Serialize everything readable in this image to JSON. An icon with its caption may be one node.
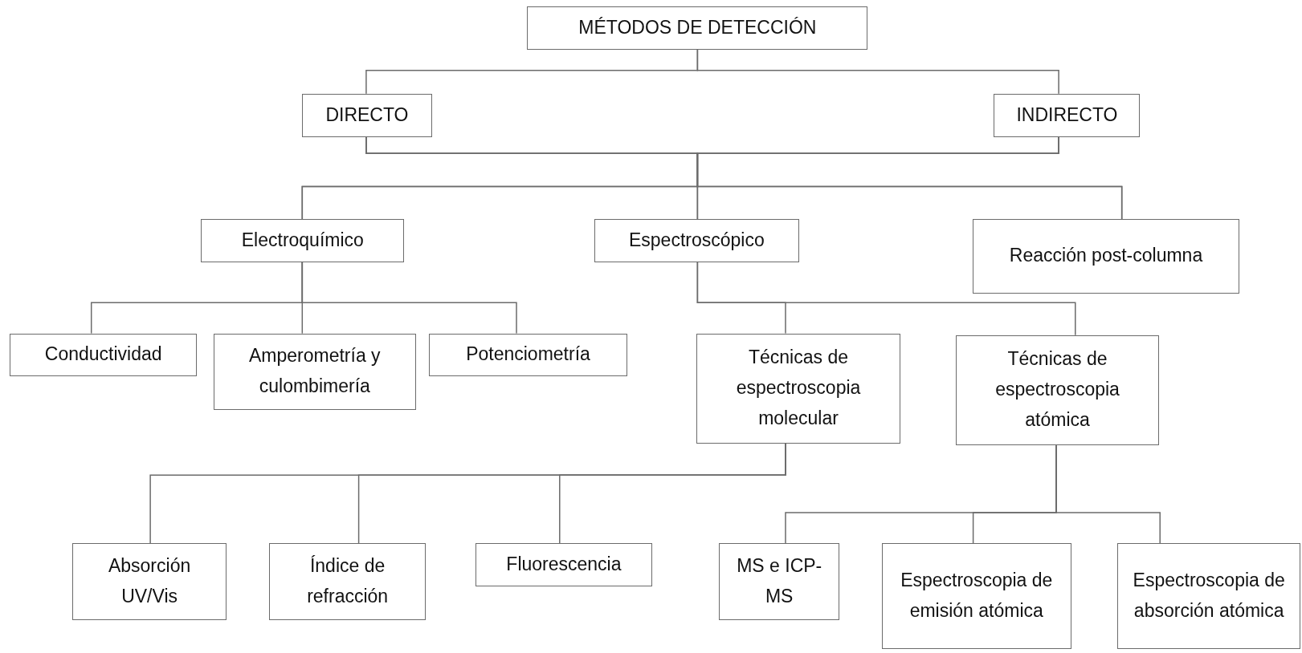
{
  "diagram": {
    "nodes": [
      {
        "text": [
          "MÉTODOS DE DETECCIÓN"
        ]
      },
      {
        "text": [
          "DIRECTO"
        ]
      },
      {
        "text": [
          "INDIRECTO"
        ]
      },
      {
        "text": [
          "Electroquímico"
        ]
      },
      {
        "text": [
          "Espectroscópico"
        ]
      },
      {
        "text": [
          "Reacción post-columna"
        ]
      },
      {
        "text": [
          "Conductividad"
        ]
      },
      {
        "text": [
          "Amperometría y culombimería"
        ]
      },
      {
        "text": [
          "Potenciometría"
        ]
      },
      {
        "text": [
          "Técnicas de espectroscopia molecular"
        ]
      },
      {
        "text": [
          "Técnicas de espectroscopia atómica"
        ]
      },
      {
        "text": [
          "Absorción UV/Vis"
        ]
      },
      {
        "text": [
          "Índice de refracción"
        ]
      },
      {
        "text": [
          "Fluorescencia"
        ]
      },
      {
        "text": [
          "MS e ICP-MS"
        ]
      },
      {
        "text": [
          "Espectroscopia de emisión atómica"
        ]
      },
      {
        "text": [
          "Espectroscopia de absorción atómica"
        ]
      }
    ],
    "edges": [
      {
        "from": 0,
        "to": 1,
        "arrow": "none"
      },
      {
        "from": 0,
        "to": 2,
        "arrow": "none"
      },
      {
        "from": 1,
        "to": 3,
        "arrow": "none"
      },
      {
        "from": 1,
        "to": 4,
        "arrow": "none"
      },
      {
        "from": 1,
        "to": 5,
        "arrow": "none"
      },
      {
        "from": 2,
        "to": 3,
        "arrow": "none"
      },
      {
        "from": 2,
        "to": 4,
        "arrow": "none"
      },
      {
        "from": 2,
        "to": 5,
        "arrow": "none"
      },
      {
        "from": 3,
        "to": 6,
        "arrow": "none"
      },
      {
        "from": 3,
        "to": 7,
        "arrow": "none"
      },
      {
        "from": 3,
        "to": 8,
        "arrow": "none"
      },
      {
        "from": 4,
        "to": 9,
        "arrow": "none"
      },
      {
        "from": 4,
        "to": 10,
        "arrow": "none"
      },
      {
        "from": 9,
        "to": 11,
        "arrow": "none"
      },
      {
        "from": 9,
        "to": 12,
        "arrow": "none"
      },
      {
        "from": 9,
        "to": 13,
        "arrow": "none"
      },
      {
        "from": 10,
        "to": 14,
        "arrow": "none"
      },
      {
        "from": 10,
        "to": 15,
        "arrow": "none"
      },
      {
        "from": 10,
        "to": 16,
        "arrow": "none"
      }
    ]
  }
}
